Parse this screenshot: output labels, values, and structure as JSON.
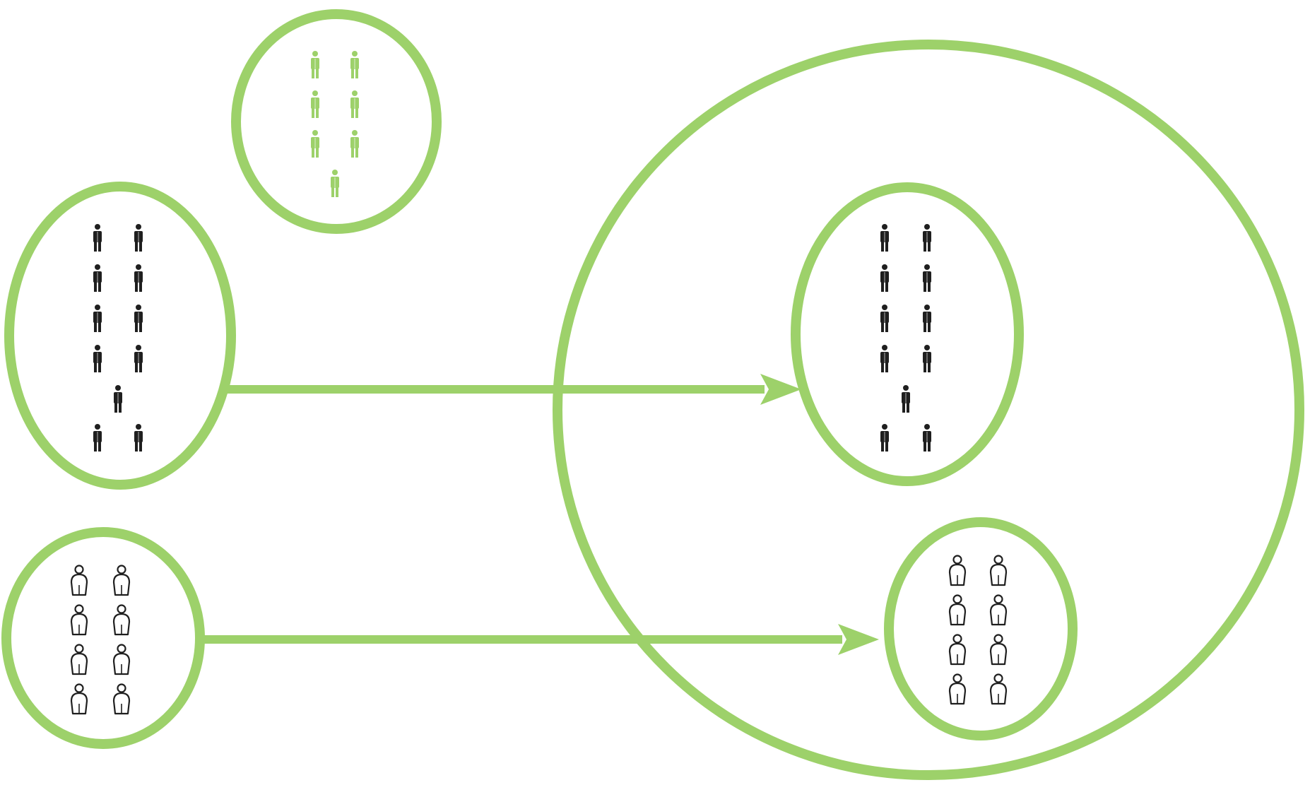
{
  "colors": {
    "background": "#ffffff",
    "group_outline": "#9dd16a",
    "arrow": "#9dd16a",
    "figure_green": "#9dd16a",
    "figure_dark": "#1f1f1f",
    "figure_light_fill": "#ffffff",
    "figure_light_outline": "#1f1f1f"
  },
  "icons": {
    "figure_solid": "person-icon",
    "figure_outline": "person-outline-icon"
  },
  "groups": [
    {
      "id": "green-group",
      "figure_style": "solid",
      "figure_color": "figure_green",
      "figure_count": 7
    },
    {
      "id": "dark-group-left",
      "figure_style": "solid",
      "figure_color": "figure_dark",
      "figure_count": 11
    },
    {
      "id": "light-group-left",
      "figure_style": "outline",
      "figure_color": "figure_light_outline",
      "figure_count": 8
    },
    {
      "id": "container-group",
      "figure_count": 0
    },
    {
      "id": "dark-group-right",
      "figure_style": "solid",
      "figure_color": "figure_dark",
      "figure_count": 11
    },
    {
      "id": "light-group-right",
      "figure_style": "outline",
      "figure_color": "figure_light_outline",
      "figure_count": 8
    }
  ],
  "arrows": [
    {
      "id": "arrow-dark",
      "from": "dark-group-left",
      "to": "dark-group-right"
    },
    {
      "id": "arrow-light",
      "from": "light-group-left",
      "to": "light-group-right"
    }
  ]
}
